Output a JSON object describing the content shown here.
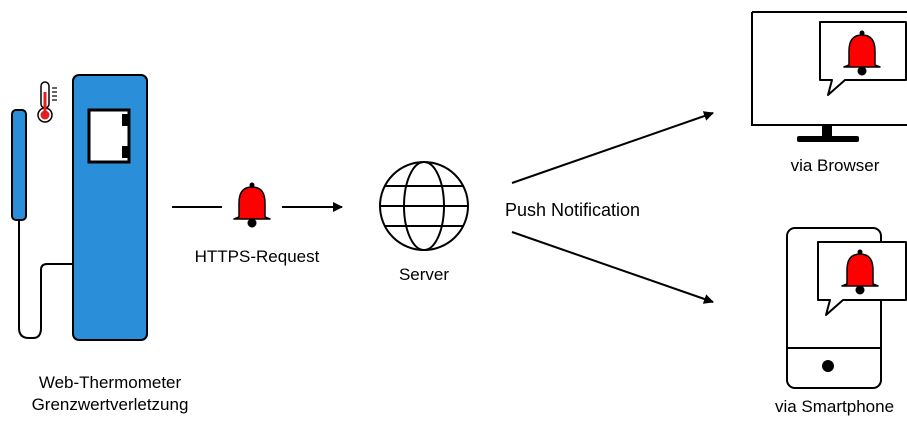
{
  "labels": {
    "thermometer_line1": "Web-Thermometer",
    "thermometer_line2": "Grenzwertverletzung",
    "request": "HTTPS-Request",
    "server": "Server",
    "push": "Push Notification",
    "browser": "via Browser",
    "smartphone": "via Smartphone"
  },
  "colors": {
    "device_blue": "#2a8fd8",
    "bell_red": "#ff0000",
    "thermo_red": "#e02020",
    "stroke": "#000000"
  },
  "icons": [
    "thermometer-icon",
    "bell-icon",
    "globe-icon",
    "monitor-icon",
    "smartphone-icon",
    "speech-bubble-icon"
  ]
}
